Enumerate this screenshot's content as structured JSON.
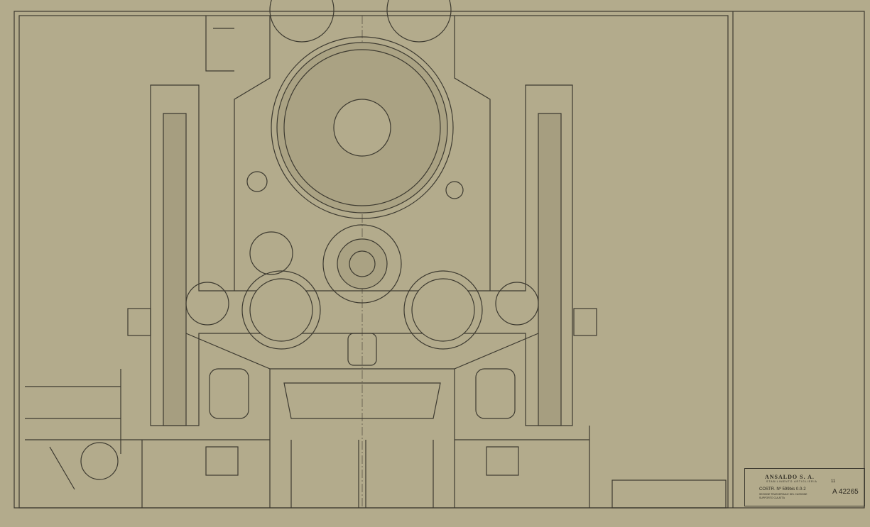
{
  "title_block": {
    "company": "ANSALDO S. A.",
    "division": "STABILIMENTO ARTIGLIERIA",
    "construction_number": "COSTR. Nº 599bis   0.0-2",
    "description_line1": "SEZIONE TRASVERSALE DEL CASSONE",
    "description_line2": "SUPPORTO CULATTA",
    "sheet": "11",
    "drawing_number": "A 42265"
  },
  "colors": {
    "paper": "#b3ab8c",
    "ink": "#3d3a30"
  }
}
